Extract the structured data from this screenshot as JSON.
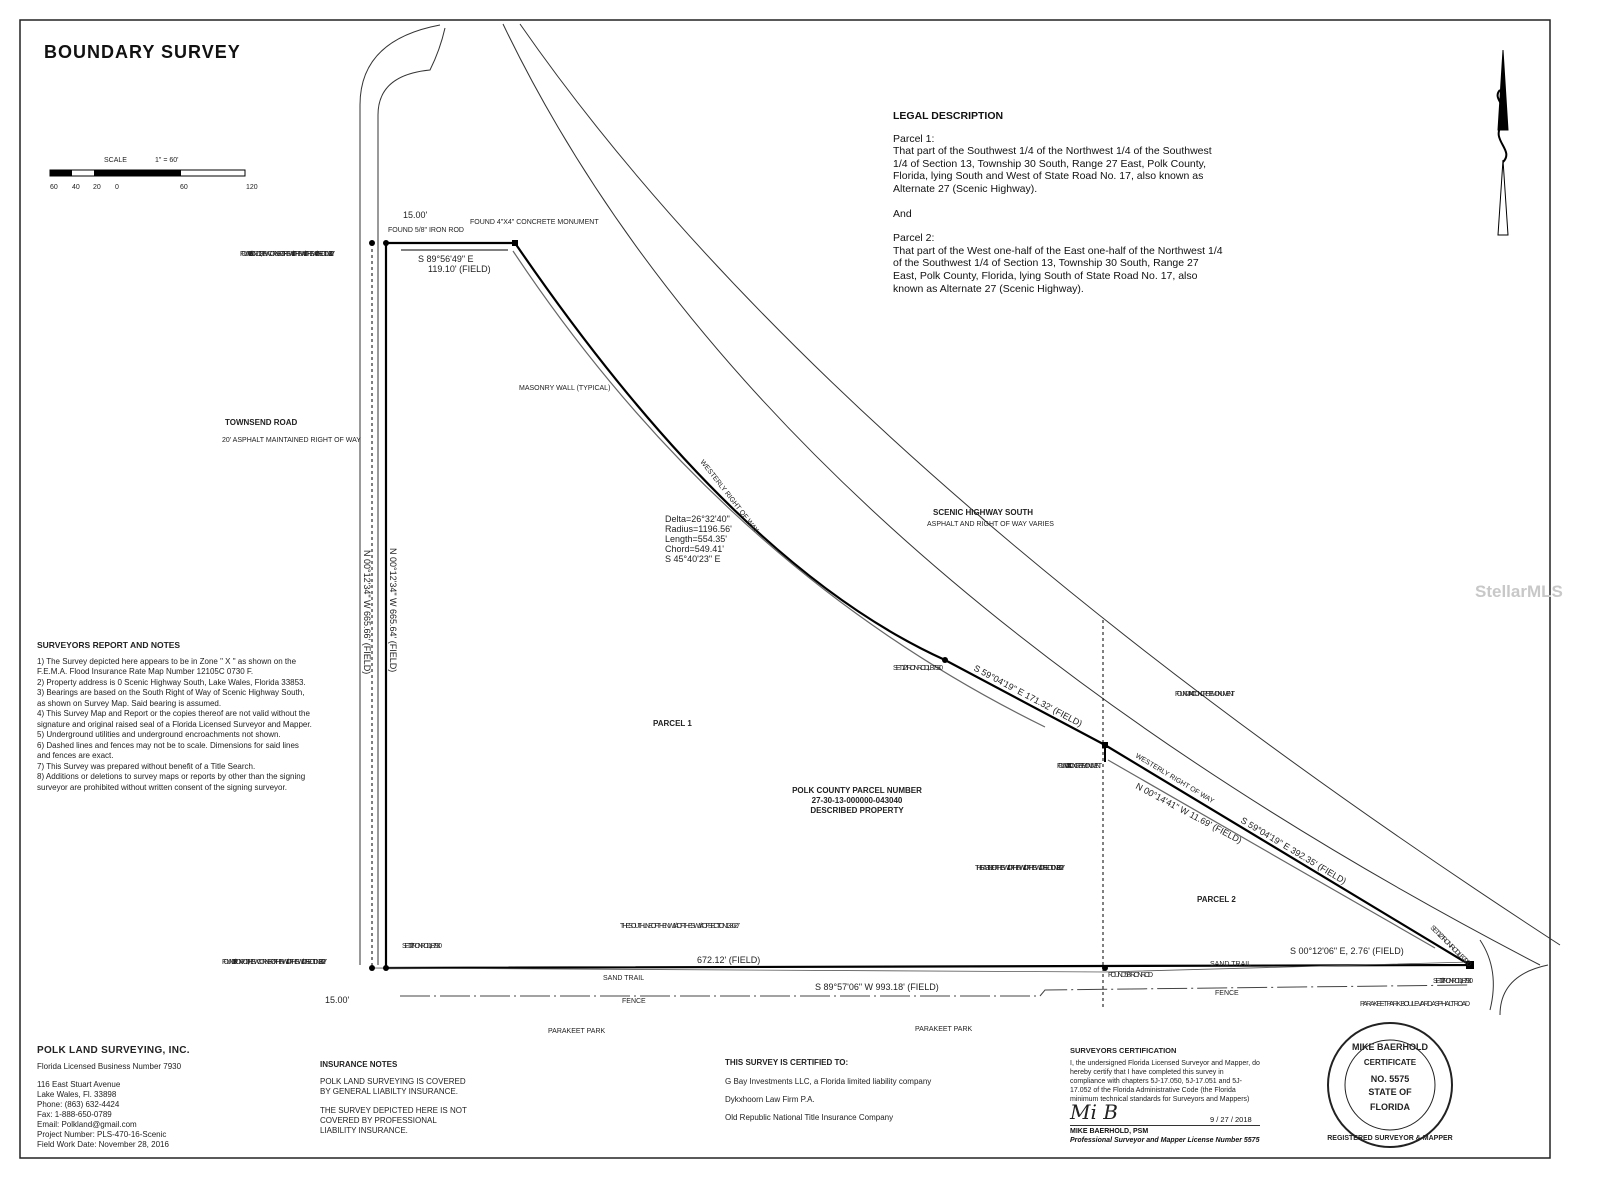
{
  "title": "BOUNDARY SURVEY",
  "scale": {
    "label": "SCALE",
    "ratio": "1\" = 60'",
    "ticks": [
      "60",
      "40",
      "20",
      "0",
      "60",
      "120"
    ]
  },
  "legal": {
    "heading": "LEGAL DESCRIPTION",
    "parcel1_label": "Parcel 1:",
    "parcel1_text": "That part of the Southwest 1/4 of the Northwest 1/4 of the Southwest 1/4 of Section 13, Township 30 South, Range 27 East, Polk County, Florida, lying South and West of State Road No. 17, also known as Alternate 27 (Scenic Highway).",
    "and": "And",
    "parcel2_label": "Parcel 2:",
    "parcel2_text": "That part of the West one-half of the East one-half of the Northwest 1/4 of the Southwest 1/4 of Section 13, Township 30 South, Range 27 East, Polk County, Florida, lying South of State Road No. 17, also known as Alternate 27 (Scenic Highway)."
  },
  "notes": {
    "heading": "SURVEYORS  REPORT AND NOTES",
    "items": [
      "1) The Survey depicted here appears to be in Zone \" X \" as shown on the F.E.M.A. Flood Insurance Rate Map Number 12105C 0730 F.",
      "2) Property address is 0 Scenic Highway South, Lake Wales, Florida 33853.",
      "3) Bearings are based on the South Right of Way of Scenic Highway South, as shown on Survey Map. Said bearing is assumed.",
      "4) This Survey Map and Report or the copies thereof are not valid without the signature and original raised seal of a Florida Licensed Surveyor and Mapper.",
      "5) Underground utilities and underground encroachments not shown.",
      "6) Dashed lines and fences may not be to scale. Dimensions for said lines and fences are exact.",
      "7) This Survey was prepared without benefit of a Title Search.",
      "8) Additions or deletions to survey maps or reports by other than the signing surveyor are prohibited without written consent of the signing surveyor."
    ]
  },
  "map": {
    "dim_15_top": "15.00'",
    "dim_15_bottom": "15.00'",
    "found_58_nw": "FOUND 5/8\" IRON ROD, THE NW CORNER OF THE SW 1/4 OF THE NW 1/4 OF THE SW 1/4 OF SECTION 13-30-27",
    "found_58_rod": "FOUND 5/8\" IRON ROD",
    "found_4x4_top": "FOUND 4\"X4\" CONCRETE MONUMENT",
    "north_bearing": "S 89°56'49\" E",
    "north_dist": "119.10' (FIELD)",
    "masonry": "MASONRY WALL (TYPICAL)",
    "townsend": "TOWNSEND  ROAD",
    "townsend_sub": "20' ASPHALT MAINTAINED RIGHT OF WAY",
    "west_row": "N 00°12'34\" W   665.66' (FIELD)",
    "west_line": "N 00°12'34\" W   665.64' (FIELD)",
    "westerly_row": "WESTERLY  RIGHT OF WAY",
    "curve": [
      "Delta=26°32'40\"",
      "Radius=1196.56'",
      "Length=554.35'",
      "Chord=549.41'",
      "S 45°40'23\" E"
    ],
    "scenic": "SCENIC  HIGHWAY  SOUTH",
    "scenic_sub": "ASPHALT AND RIGHT OF WAY VARIES",
    "set_half_lb": "SET 1/2\" IRON ROD, LB 7930",
    "se_bearing": "S 59°04'19\" E    171.32' (FIELD)",
    "found_4x4_right": "FOUND 4\"X4\" CONCRETE MONUMENT",
    "found_4x4_left": "FOUND 4\"X4\" CONCRETE MONUMENT",
    "n_short": "N 00°14'41\" W   11.69' (FIELD)",
    "se_bearing2": "S 59°04'19\" E    392.35' (FIELD)",
    "westerly_row2": "WESTERLY  RIGHT OF WAY",
    "parcel1": "PARCEL   1",
    "parcel2": "PARCEL   2",
    "parcel_number": [
      "POLK COUNTY PARCEL NUMBER",
      "27-30-13-000000-043040",
      "DESCRIBED PROPERTY"
    ],
    "east_line": "THE EAST LINE OF THE SW 1/4 OF THE NW 1/4 OF THE SW 1/4 OF SECTION 13-30-27",
    "south_line": "THE SOUTH LINE OF THE NW 1/4 OF THE SW 1/4 OF SECTION 13-30-27",
    "found_58_sw": "FOUND 5/8\" IRON ROD, THE SW CORNER OF THE NW 1/4 OF THE SW 1/4 OF SECTION 13-30-27",
    "set_half_sw": "SET 1/2\" IRON ROD, LB 7930",
    "south_dist": "672.12' (FIELD)",
    "sand_trail": "SAND  TRAIL",
    "sand_trail2": "SAND  TRAIL",
    "fence_bearing": "S 89°57'06\" W    993.18' (FIELD)",
    "fence": "FENCE",
    "fence2": "FENCE",
    "found_58_bottom": "FOUND 5/8\" IRON ROD",
    "short_se": "S 00°12'06\" E,  2.76' (FIELD)",
    "set_half_se1": "SET 1/2\" IRON ROD, LB 7930",
    "set_half_se2": "SET 1/2\" IRON ROD, LB 7930",
    "parakeet_blvd": "PARAKEET PARK BOULEVARD ASPHALT ROAD",
    "parakeet1": "PARAKEET  PARK",
    "parakeet2": "PARAKEET  PARK"
  },
  "company": {
    "name": "POLK LAND SURVEYING, INC.",
    "license": "Florida Licensed Business Number 7930",
    "address1": "116 East Stuart Avenue",
    "address2": "Lake Wales, Fl. 33898",
    "phone": "Phone: (863) 632-4424",
    "fax": "Fax: 1-888-650-0789",
    "email": "Email: Polkland@gmail.com",
    "project": "Project Number: PLS-470-16-Scenic",
    "fieldwork": "Field Work Date: November 28, 2016"
  },
  "insurance": {
    "heading": "INSURANCE NOTES",
    "p1": "POLK LAND SURVEYING IS COVERED BY GENERAL LIABILTY INSURANCE.",
    "p2": "THE SURVEY DEPICTED HERE IS NOT COVERED BY PROFESSIONAL LIABILITY INSURANCE."
  },
  "certified": {
    "heading": "THIS SURVEY IS CERTIFIED TO:",
    "items": [
      "G Bay Investments LLC, a Florida limited liability company",
      "Dykxhoorn Law Firm P.A.",
      "Old Republic National Title Insurance Company"
    ]
  },
  "surveyor_cert": {
    "heading": "SURVEYORS  CERTIFICATION",
    "text": "I, the undersigned Florida Licensed Surveyor and Mapper, do hereby certify that I have completed this survey in compliance with chapters 5J-17.050, 5J-17.051 and 5J-17.052 of the Florida Administrative Code (the Florida minimum technical standards for Surveyors and Mappers)",
    "signature": "Mi B",
    "date": "9 / 27 / 2018",
    "name": "MIKE BAERHOLD, PSM",
    "title": "Professional Surveyor and Mapper License Number 5575"
  },
  "seal": {
    "top": "MIKE BAERHOLD",
    "mid": "CERTIFICATE",
    "no": "NO. 5575",
    "state": "STATE OF",
    "fl": "FLORIDA",
    "bottom": "REGISTERED SURVEYOR & MAPPER"
  },
  "watermark": "StellarMLS"
}
